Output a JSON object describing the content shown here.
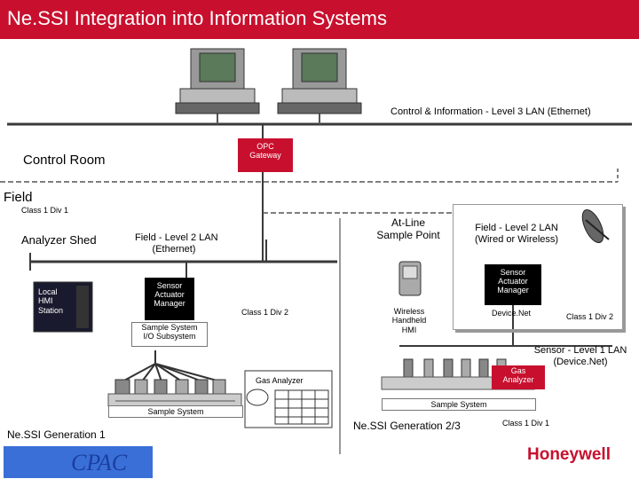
{
  "title": "Ne.SSI Integration into Information Systems",
  "level3_lan": "Control & Information - Level 3 LAN (Ethernet)",
  "opc_gateway": [
    "OPC",
    "Gateway"
  ],
  "control_room": "Control Room",
  "field": "Field",
  "class1div1_top": "Class 1 Div 1",
  "analyzer_shed": "Analyzer Shed",
  "field_l2_ethernet": [
    "Field -  Level 2 LAN",
    "(Ethernet)"
  ],
  "local_hmi": [
    "Local",
    "HMI",
    "Station"
  ],
  "sam_left": [
    "Sensor",
    "Actuator",
    "Manager"
  ],
  "class1div2_mid": "Class 1 Div 2",
  "sample_io": [
    "Sample System",
    "I/O Subsystem"
  ],
  "gas_analyzer_left": "Gas Analyzer",
  "sample_system_left": "Sample System",
  "nessi_gen1": "Ne.SSI Generation 1",
  "cpac": "CPAC",
  "atline": [
    "At-Line",
    "Sample Point"
  ],
  "field_l2_wireless": [
    "Field -  Level 2 LAN",
    "(Wired or Wireless)"
  ],
  "sam_right": [
    "Sensor",
    "Actuator",
    "Manager"
  ],
  "wireless_hmi": [
    "Wireless",
    "Handheld",
    "HMI"
  ],
  "devicenet": "Device.Net",
  "class1div2_right": "Class 1 Div 2",
  "sensor_l1": [
    "Sensor -  Level 1 LAN",
    "(Device.Net)"
  ],
  "gas_analyzer_right": [
    "Gas",
    "Analyzer"
  ],
  "sample_system_right": "Sample System",
  "nessi_gen23": "Ne.SSI Generation 2/3",
  "class1div1_bottom": "Class 1 Div 1",
  "honeywell": "Honeywell",
  "colors": {
    "title_bar": "#c8102e",
    "honeywell": "#c8102e",
    "cpac": "#1a3f9e",
    "lan_line": "#3a3a3a"
  }
}
